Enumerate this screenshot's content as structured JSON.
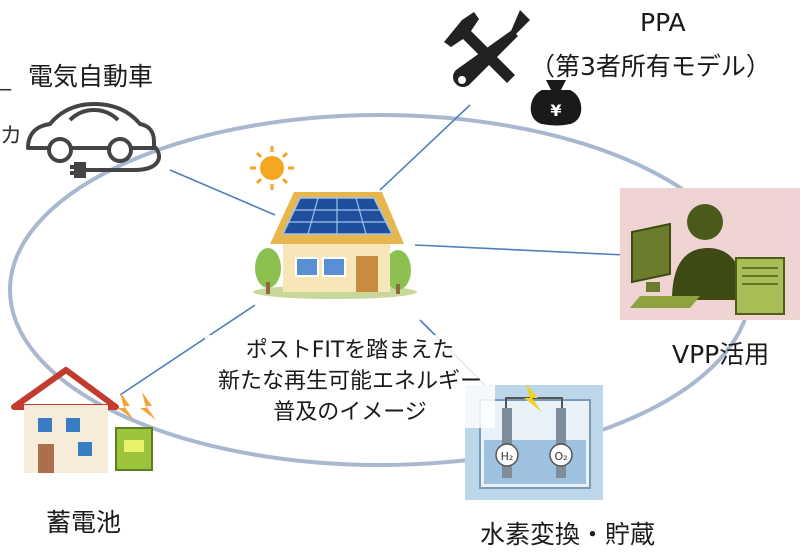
{
  "diagram": {
    "center_caption": [
      "ポストFITを踏まえた",
      "新たな再生可能エネルギー",
      "普及のイメージ"
    ],
    "nodes": {
      "ev": {
        "label": "電気自動車",
        "icon": "electric-car-icon"
      },
      "ppa": {
        "label_line1": "PPA",
        "label_line2": "（第3者所有モデル）",
        "icon": "tools-icon",
        "money_icon_text": "¥"
      },
      "vpp": {
        "label": "VPP活用",
        "icon": "operator-computer-icon"
      },
      "hydrogen": {
        "label": "水素変換・貯蔵",
        "icon": "electrolysis-cell-icon",
        "h2_text": "H₂",
        "o2_text": "O₂"
      },
      "storage": {
        "label": "蓄電池",
        "icon": "house-battery-icon"
      },
      "center": {
        "icon": "solar-house-icon"
      }
    },
    "edge_text": {
      "left_line": "_",
      "left_char": "カ"
    },
    "colors": {
      "ring": "#a9b8cf",
      "connector": "#4f7fb8",
      "roof": "#e7b64c",
      "solar_panel": "#1f4f9c",
      "sun": "#f5a623",
      "vpp_bg": "#f0d4d4",
      "hydrogen_bg": "#bcd6ea"
    }
  }
}
